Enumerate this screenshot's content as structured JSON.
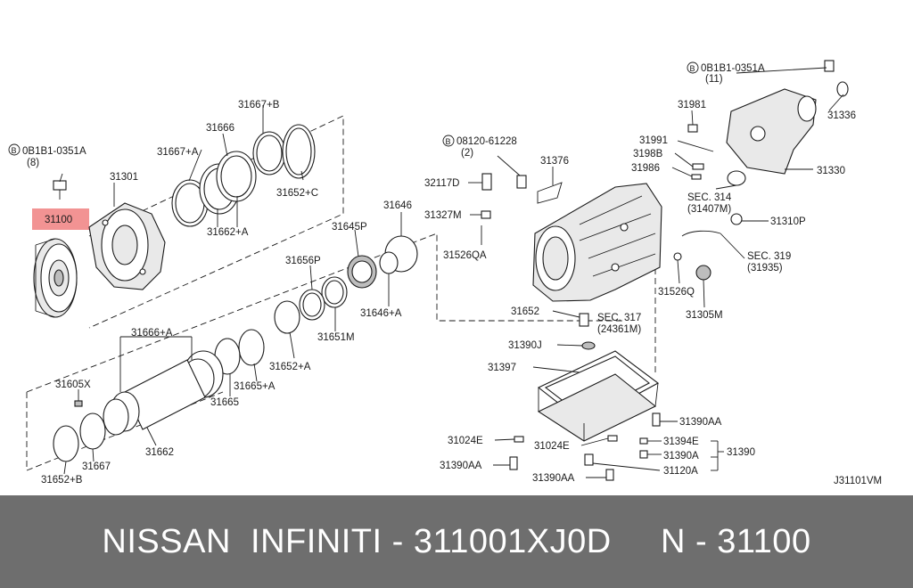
{
  "diagram": {
    "highlight_part": "31100",
    "drawing_code": "J31101VM",
    "labels": {
      "bolt_top_left_ref": "0B1B1-0351A",
      "bolt_top_left_qty": "(8)",
      "p31100": "31100",
      "p31301": "31301",
      "p31667a": "31667+A",
      "p31666": "31666",
      "p31667b": "31667+B",
      "p31652c": "31652+C",
      "p31662a": "31662+A",
      "p31646": "31646",
      "p31645p": "31645P",
      "p31656p": "31656P",
      "p31646a": "31646+A",
      "p31651m": "31651M",
      "p31652a": "31652+A",
      "p31665a": "31665+A",
      "p31665": "31665",
      "p31666a": "31666+A",
      "p31605x": "31605X",
      "p31662": "31662",
      "p31667": "31667",
      "p31652b": "31652+B",
      "bolt_mid_ref": "08120-61228",
      "bolt_mid_qty": "(2)",
      "p31376": "31376",
      "p32117d": "32117D",
      "p31327m": "31327M",
      "p31526qa": "31526QA",
      "bolt_top_right_ref": "0B1B1-0351A",
      "bolt_top_right_qty": "(11)",
      "p31981": "31981",
      "p31336": "31336",
      "p31991": "31991",
      "p3198b": "3198B",
      "p31986": "31986",
      "p31330": "31330",
      "sec314": "SEC. 314",
      "sec314_ref": "(31407M)",
      "p31310p": "31310P",
      "sec319": "SEC. 319",
      "sec319_ref": "(31935)",
      "p31526q": "31526Q",
      "p31305m": "31305M",
      "p31652": "31652",
      "sec317": "SEC. 317",
      "sec317_ref": "(24361M)",
      "p31390j": "31390J",
      "p31397": "31397",
      "p31390aa_r": "31390AA",
      "p31024e_l": "31024E",
      "p31024e_m": "31024E",
      "p31394e": "31394E",
      "p31390": "31390",
      "p31390a": "31390A",
      "p31390aa_l": "31390AA",
      "p31390aa_b": "31390AA",
      "p31120a": "31120A",
      "circle_b": "B"
    }
  },
  "footer": {
    "title": "NISSAN  INFINITI - 311001XJ0D     N - 31100"
  },
  "colors": {
    "highlight": "#f08080",
    "footer_bg": "#6e6e6e",
    "footer_text": "#ffffff",
    "line": "#1a1a1a"
  }
}
